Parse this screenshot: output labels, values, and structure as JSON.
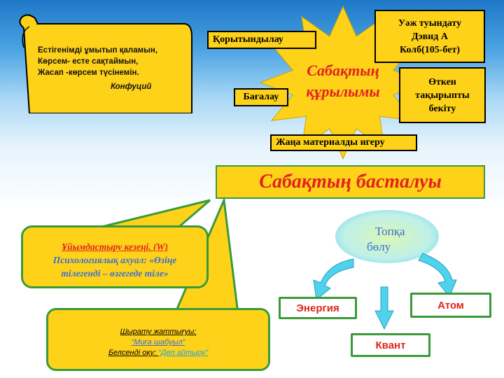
{
  "quote": {
    "line1": "Естігенімді ұмытып  қаламын,",
    "line2": "Көрсем- есте сақтаймын,",
    "line3": "Жасап -көрсем түсінемін.",
    "author": "Конфуций"
  },
  "star": {
    "line1": "Сабақтың",
    "line2": "құрылымы"
  },
  "labels": {
    "korytyndylau": "Қорытындылау",
    "bagalau": "Бағалау",
    "uazh_line1": "Уәж туындату",
    "uazh_line2": "Дэвид А",
    "uazh_line3": "Колб(105-бет)",
    "otken_line1": "Өткен",
    "otken_line2": "тақырыпты",
    "otken_line3": "бекіту",
    "zhana": "Жаңа материалды игеру"
  },
  "banner": "Сабақтың басталуы",
  "callout1": {
    "line1": "Ұйымдастыру кезеңі. (W) ",
    "line2": "Психологиялық  ахуал: «Өзіңе",
    "line3": "тілегенді – өзгегеде тіле»"
  },
  "callout2": {
    "line1": "Шырату жаттығуы:",
    "line2": "“Миға шабуыл” ",
    "line3_prefix": "Белсенді оқу: ",
    "line3_accent": "“Деп айтыру” "
  },
  "group": {
    "line1": "Топқа",
    "line2": "бөлу"
  },
  "groups": [
    "Энергия",
    "Атом",
    "Квант"
  ],
  "colors": {
    "accent_red": "#e0241c",
    "yellow": "#ffd21a",
    "green_border": "#3a9a3a",
    "cyan": "#7fe6f5",
    "ellipse": "#cdf4a8",
    "callout_text": "#3a6fd0"
  }
}
